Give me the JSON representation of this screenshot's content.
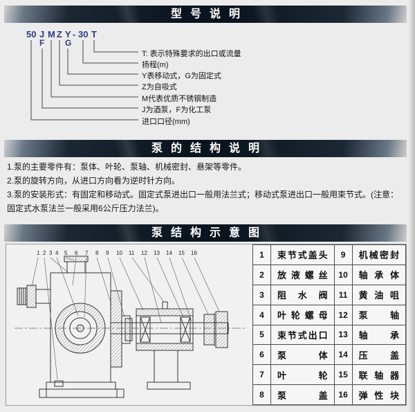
{
  "banners": {
    "model": "型号说明",
    "structure": "泵的结构说明",
    "diagram": "泵结构示意图"
  },
  "model_code": {
    "inlet": "50",
    "j": "J",
    "f": "F",
    "m": "M",
    "z": "Z",
    "y": "Y",
    "g": "G",
    "dash": "-",
    "head": "30",
    "t": "T",
    "labels": [
      "T: 表示特殊要求的出口或流量",
      "扬程(m)",
      "Y表移动式，G为固定式",
      "Z为自吸式",
      "M代表优质不锈钢制造",
      "J为酒泵，F为化工泵",
      "进口口径(mm)"
    ]
  },
  "notes": [
    "1.泵的主要零件有：泵体、叶轮、泵轴、机械密封、悬架等零件。",
    "2.泵的旋转方向，从进口方向看为逆时针方向。",
    "3.泵的安装形式：有固定和移动式。固定式泵进出口一般用法兰式；移动式泵进出口一般用束节式。(注意：固定式水泵法兰一般采用6公斤压力法兰)。"
  ],
  "parts": {
    "rows": [
      {
        "n1": "1",
        "name1": "束节式盖头",
        "n2": "9",
        "name2": "机械密封"
      },
      {
        "n1": "2",
        "name1": "放液螺丝",
        "n2": "10",
        "name2": "轴承体"
      },
      {
        "n1": "3",
        "name1": "阻水阀",
        "n2": "11",
        "name2": "黄油咀"
      },
      {
        "n1": "4",
        "name1": "叶轮螺母",
        "n2": "12",
        "name2": "泵轴"
      },
      {
        "n1": "5",
        "name1": "束节式出口",
        "n2": "13",
        "name2": "轴承"
      },
      {
        "n1": "6",
        "name1": "泵体",
        "n2": "14",
        "name2": "压盖"
      },
      {
        "n1": "7",
        "name1": "叶轮",
        "n2": "15",
        "name2": "联轴器"
      },
      {
        "n1": "8",
        "name1": "泵盖",
        "n2": "16",
        "name2": "弹性块"
      }
    ]
  },
  "diagram": {
    "numbers": [
      "1",
      "2",
      "3",
      "4",
      "5",
      "6",
      "7",
      "8",
      "9",
      "10",
      "11",
      "12",
      "13",
      "14",
      "15",
      "16"
    ]
  }
}
